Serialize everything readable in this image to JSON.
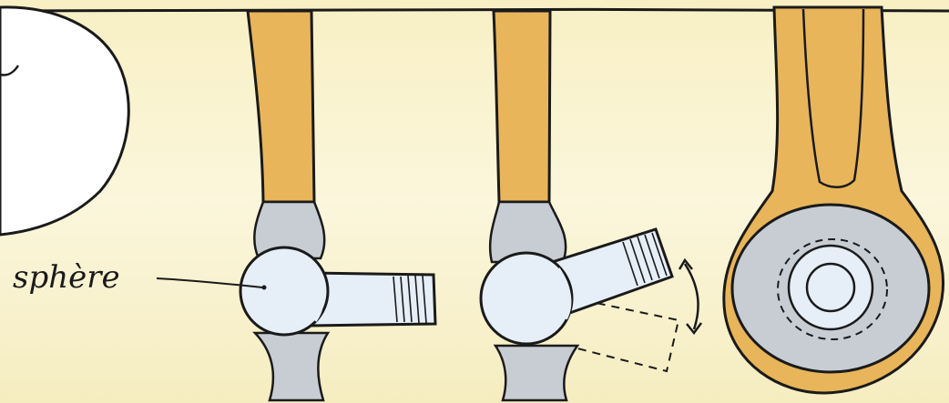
{
  "labels": {
    "sphere": "sphère"
  },
  "colors": {
    "background": "#f7f1c8",
    "bone": "#e8b55a",
    "cartilage": "#c8cdd4",
    "sphere": "#e6eef7",
    "outline": "#1a1a1a"
  },
  "illustrations": [
    {
      "name": "ball-joint-straight"
    },
    {
      "name": "ball-joint-rotated"
    },
    {
      "name": "ball-joint-top-view"
    }
  ]
}
